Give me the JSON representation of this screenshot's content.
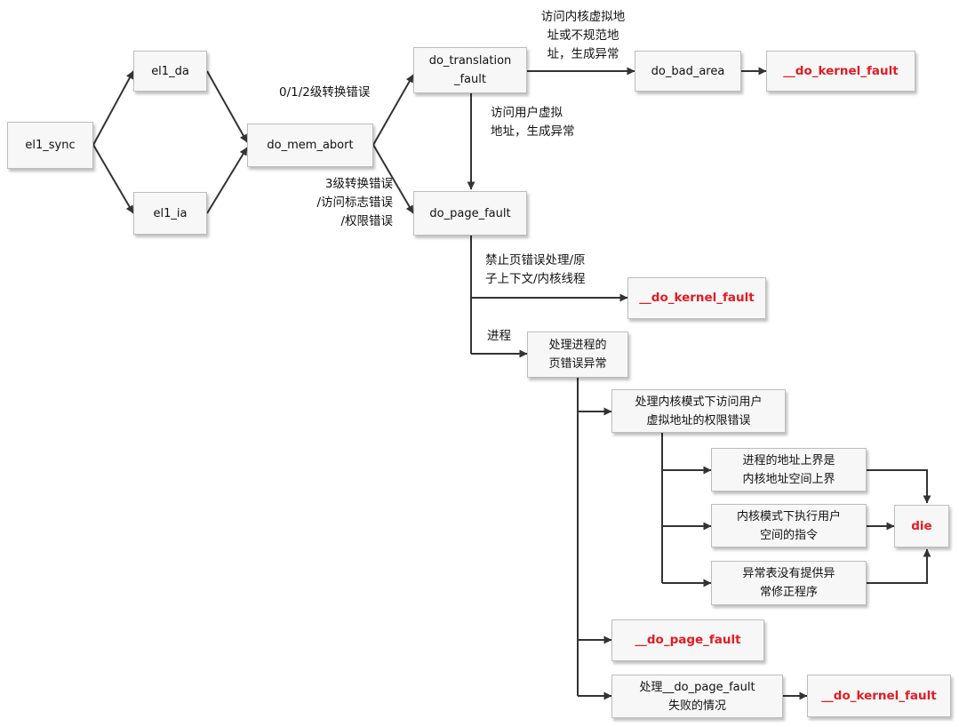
{
  "nodes": {
    "el1_sync": "el1_sync",
    "el1_da": "el1_da",
    "el1_ia": "el1_ia",
    "do_mem_abort": "do_mem_abort",
    "do_translation_fault": "do_translation\n_fault",
    "do_bad_area": "do_bad_area",
    "kernel_fault_top": "__do_kernel_fault",
    "do_page_fault": "do_page_fault",
    "kernel_fault_mid": "__do_kernel_fault",
    "process_page_error": "处理进程的\n页错误异常",
    "kernel_mode_access": "处理内核模式下访问用户\n虚拟地址的权限错误",
    "addr_limit": "进程的地址上界是\n内核地址空间上界",
    "exec_user_insn": "内核模式下执行用户\n空间的指令",
    "no_fixup": "异常表没有提供异\n常修正程序",
    "die": "die",
    "page_fault_inner": "__do_page_fault",
    "handle_failure": "处理__do_page_fault\n失败的情况",
    "kernel_fault_bottom": "__do_kernel_fault"
  },
  "labels": {
    "level012": "0/1/2级转换错误",
    "level3": "3级转换错误\n/访问标志错误\n/权限错误",
    "kernel_addr": "访问内核虚拟地\n址或不规范地\n址，生成异常",
    "user_addr": "访问用户虚拟\n地址，生成异常",
    "disabled": "禁止页错误处理/原\n子上下文/内核线程",
    "process": "进程"
  },
  "colors": {
    "highlight": "#e31b23",
    "line": "#333333",
    "box_fill": "#f7f7f7",
    "box_border": "#bdbdbd"
  }
}
